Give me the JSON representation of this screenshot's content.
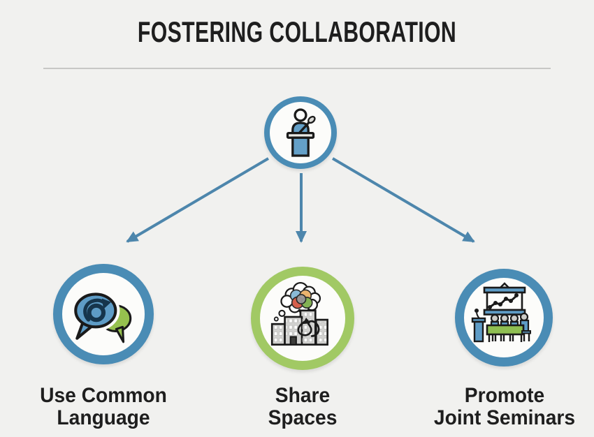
{
  "title": "FOSTERING COLLABORATION",
  "colors": {
    "background": "#f1f1ef",
    "text": "#1e1e1e",
    "blue": "#4a8cb5",
    "green": "#a1c964",
    "arrow": "#4d86ac",
    "icon_blue": "#64a0c8",
    "icon_green": "#8fbf52",
    "outline": "#1a1a1a"
  },
  "hub": {
    "icon": "speaker-podium-icon"
  },
  "nodes": [
    {
      "id": "use-common-language",
      "label": "Use Common\nLanguage",
      "icon": "speech-bubbles-icon",
      "ring_color": "#4a8cb5"
    },
    {
      "id": "share-spaces",
      "label": "Share\nSpaces",
      "icon": "shared-spaces-icon",
      "ring_color": "#a1c964"
    },
    {
      "id": "promote-joint-seminars",
      "label": "Promote\nJoint Seminars",
      "icon": "seminar-icon",
      "ring_color": "#4a8cb5"
    }
  ],
  "arrows": {
    "color": "#4d86ac",
    "from": "hub",
    "to": [
      "use-common-language",
      "share-spaces",
      "promote-joint-seminars"
    ]
  }
}
